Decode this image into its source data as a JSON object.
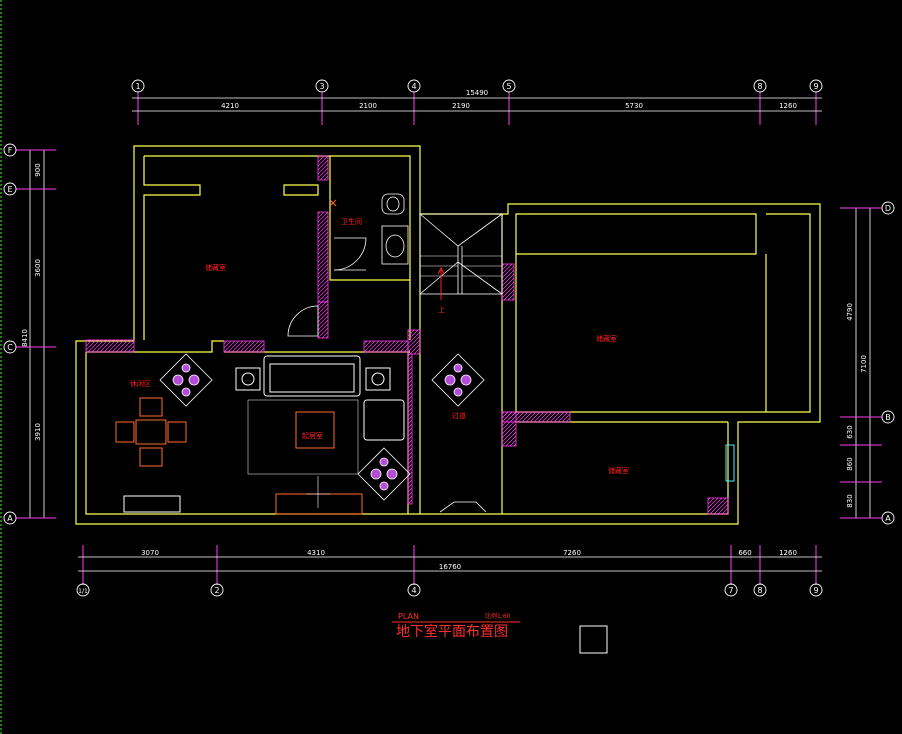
{
  "drawing": {
    "title_cn": "地下室平面布置图",
    "title_en": "PLAN",
    "scale": "比例1:60"
  },
  "axes": {
    "top": [
      "1",
      "3",
      "4",
      "5",
      "8",
      "9"
    ],
    "bottom": [
      "1/1",
      "2",
      "4",
      "7",
      "8",
      "9"
    ],
    "left": [
      "F",
      "E",
      "C",
      "A"
    ],
    "right": [
      "D",
      "B",
      "A"
    ]
  },
  "dimensions": {
    "top_total": "15490",
    "top_segments": [
      "4210",
      "2100",
      "2190",
      "5730",
      "1260"
    ],
    "bottom_segments": [
      "3070",
      "4310",
      "7260",
      "660",
      "1260"
    ],
    "bottom_total": "16760",
    "left_segments": [
      "900",
      "3600",
      "3910"
    ],
    "left_total": "8410",
    "right_segments": [
      "4790",
      "630",
      "860",
      "830"
    ],
    "right_total": "7100"
  },
  "rooms": {
    "storage_nw": "储藏室",
    "bathroom": "卫生间",
    "leisure": "休闲区",
    "living": "起居室",
    "corridor": "过道",
    "storage_ne": "储藏室",
    "storage_se": "储藏室"
  },
  "labels": {
    "stair_up": "上"
  },
  "colors": {
    "background": "#000000",
    "wall": "#ffff4d",
    "grid": "#ff3df5",
    "text_red": "#ff2020",
    "dimension": "#ffffff",
    "furniture": "#ff6a2a"
  }
}
